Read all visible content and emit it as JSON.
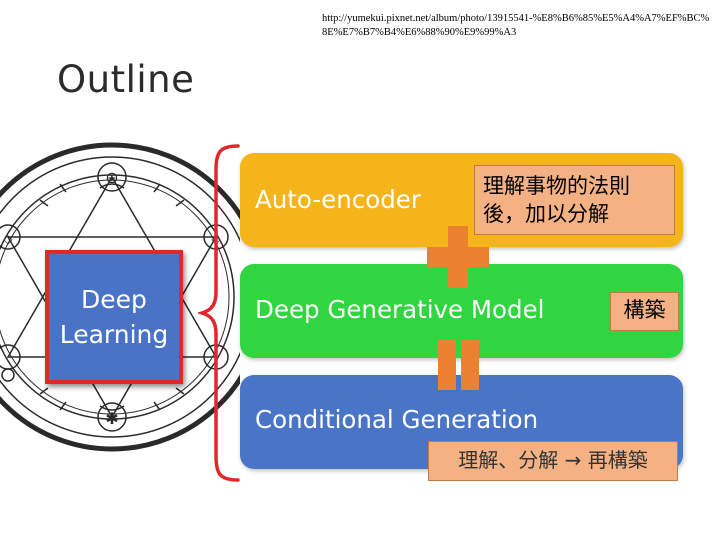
{
  "source_note": "http://yumekui.pixnet.net/album/photo/13915541-%E8%B6%85%E5%A4%A7%EF%BC%8E%E7%B7%B4%E6%88%90%E9%99%A3",
  "title": "Outline",
  "deep_learning": {
    "line1": "Deep",
    "line2": "Learning"
  },
  "bands": [
    {
      "label": "Auto-encoder",
      "color": "#f5b41a"
    },
    {
      "label": "Deep Generative Model",
      "color": "#2fd63f"
    },
    {
      "label": "Conditional Generation",
      "color": "#4a74c6"
    }
  ],
  "callouts": {
    "understand_line1": "理解事物的法則",
    "understand_line2": "後，加以分解",
    "build": "構築",
    "summary": "理解、分解 → 再構築"
  },
  "colors": {
    "accent_orange": "#ec8130",
    "callout_fill": "#f4b183",
    "bracket_red": "#e2262a"
  },
  "icons": [
    "transmutation-circle-icon",
    "plus-icon",
    "equals-icon",
    "curly-brace-icon"
  ]
}
